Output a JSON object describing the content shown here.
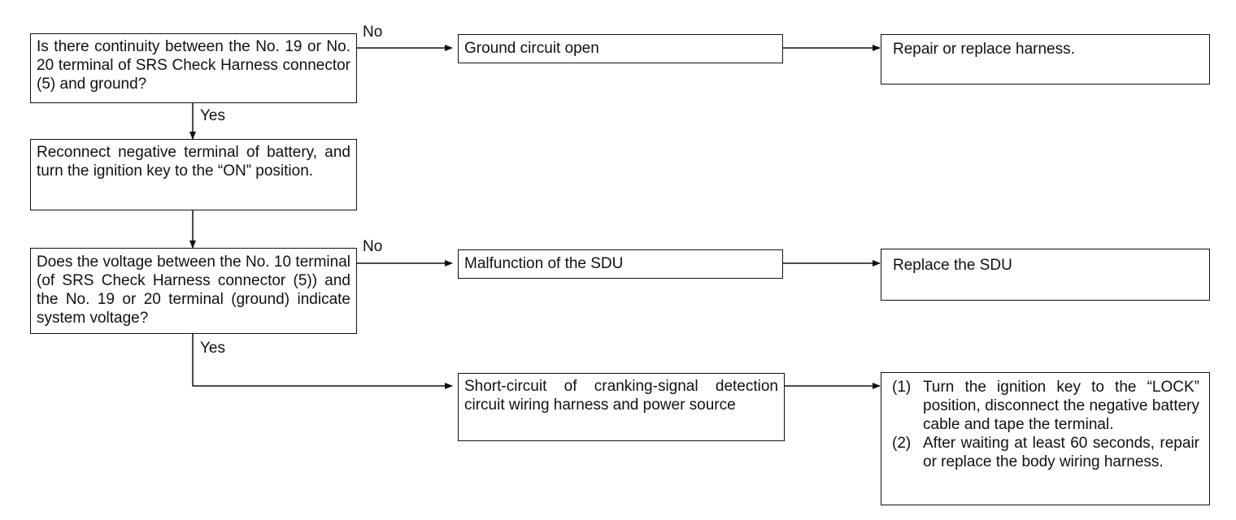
{
  "flowchart": {
    "q1": "Is there continuity between the No. 19 or No. 20 terminal of SRS Check Harness connector (5) and ground?",
    "ground_open": "Ground circuit open",
    "repair_harness": "Repair or replace harness.",
    "reconnect": "Reconnect negative terminal of battery, and turn the ignition key to the “ON” position.",
    "q2": "Does the voltage between the No. 10 terminal (of SRS Check Harness connector (5)) and the No. 19 or 20 terminal (ground) indicate system voltage?",
    "sdu_malfunction": "Malfunction of the SDU",
    "replace_sdu": "Replace the SDU",
    "short_circuit": "Short-circuit of cranking-signal detection circuit wiring harness and power source",
    "final_steps": [
      {
        "num": "(1)",
        "text": "Turn the ignition key to the “LOCK” position, disconnect the negative battery cable and tape the terminal."
      },
      {
        "num": "(2)",
        "text": "After waiting at least 60 seconds, repair or replace the body wiring harness."
      }
    ],
    "labels": {
      "no": "No",
      "yes": "Yes"
    }
  }
}
